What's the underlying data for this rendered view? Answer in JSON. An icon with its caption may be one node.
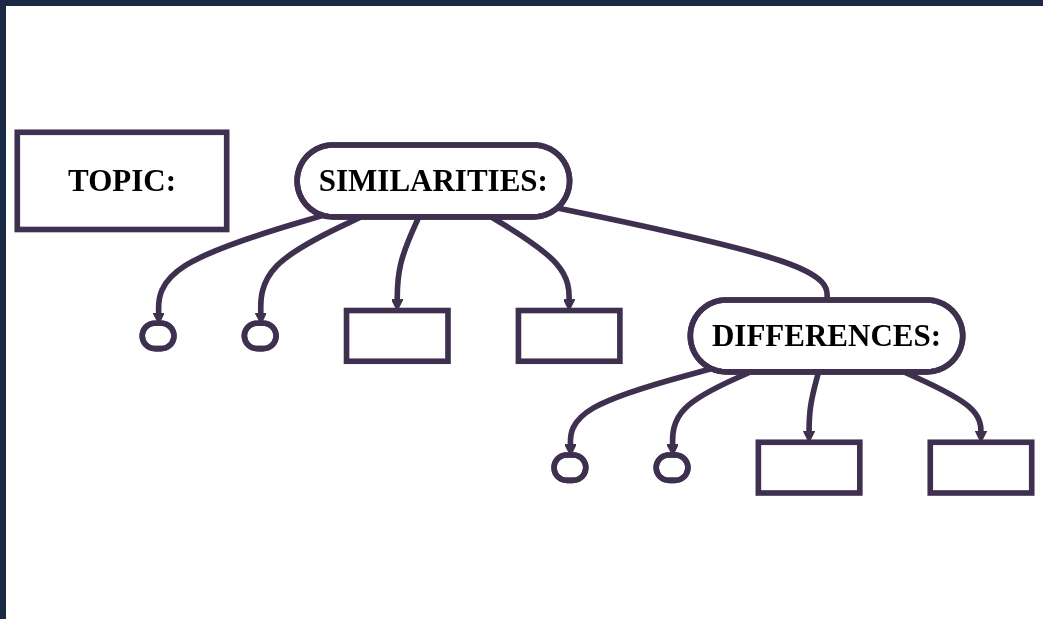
{
  "diagram": {
    "nodes": [
      {
        "text": [
          "TOPIC:"
        ]
      },
      {
        "text": [
          "SIMILARITIES:"
        ]
      },
      {
        "text": [],
        "shape": "ellipse"
      },
      {
        "text": [],
        "shape": "ellipse"
      },
      {
        "text": [],
        "shape": "box"
      },
      {
        "text": [],
        "shape": "box"
      },
      {
        "text": [
          "DIFFERENCES:"
        ]
      },
      {
        "text": [],
        "shape": "ellipse"
      },
      {
        "text": [],
        "shape": "ellipse"
      },
      {
        "text": [],
        "shape": "box"
      },
      {
        "text": [],
        "shape": "box"
      }
    ],
    "edges": [
      {
        "from": 1,
        "to": 2,
        "arrow": "to"
      },
      {
        "from": 1,
        "to": 3,
        "arrow": "to"
      },
      {
        "from": 1,
        "to": 4,
        "arrow": "to"
      },
      {
        "from": 1,
        "to": 5,
        "arrow": "to"
      },
      {
        "from": 1,
        "to": 6,
        "arrow": "none"
      },
      {
        "from": 6,
        "to": 7,
        "arrow": "to"
      },
      {
        "from": 6,
        "to": 8,
        "arrow": "to"
      },
      {
        "from": 6,
        "to": 9,
        "arrow": "to"
      },
      {
        "from": 6,
        "to": 10,
        "arrow": "to"
      }
    ]
  }
}
